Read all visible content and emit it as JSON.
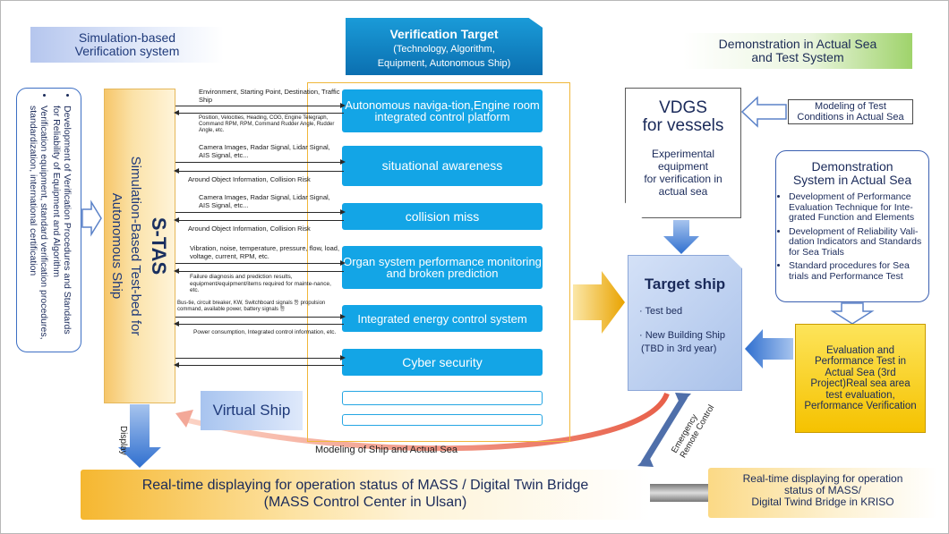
{
  "headers": {
    "sim_line1": "Simulation-based",
    "sim_line2": "Verification system",
    "demo_line1": "Demonstration in Actual Sea",
    "demo_line2": "and Test System"
  },
  "verification_target": {
    "title": "Verification Target",
    "sub1": "(Technology, Algorithm,",
    "sub2": "Equipment, Autonomous Ship)"
  },
  "left_notes": [
    "Development of Verification Procedures and Standards for Reliability of Equipment and Algorithm",
    "Verification equipment, standard verification procedures, standardization, international certification"
  ],
  "stas": {
    "title": "S-TAS",
    "line1": "Simulation-Based Test-bed for",
    "line2": "Autonomous Ship"
  },
  "targets": [
    "Autonomous naviga-tion,Engine room integrated control platform",
    "situational awareness",
    "collision miss",
    "Organ system performance monitoring and broken prediction",
    "Integrated energy control system",
    "Cyber security"
  ],
  "flows": [
    "Environment, Starting Point, Destination, Traffic Ship",
    "Position, Velocities, Heading, COG, Engine Telegraph, Command RPM, RPM, Command Rudder Angle, Rudder Angle, etc.",
    "Camera Images, Radar Signal, Lidar Signal, AIS Signal, etc...",
    "Around Object Information, Collision Risk",
    "Camera Images, Radar Signal, Lidar Signal, AIS Signal, etc...",
    "Around Object Information, Collision Risk",
    "Vibration, noise, temperature, pressure, flow, load, voltage, current, RPM, etc.",
    "Failure diagnosis and prediction results, equipment/equipment/items required for mainte-nance, etc.",
    "Bus-tie, circuit breaker, KW, Switchboard signals 등 propulsion command, available power, battery signals 등",
    "Power consumption, Integrated control information, etc."
  ],
  "virtual_ship": "Virtual Ship",
  "display_label": "Display",
  "modeling_label": "Modeling of Ship and Actual Sea",
  "emergency_label1": "Emergency",
  "emergency_label2": "Remote Control",
  "vdgs": {
    "title1": "VDGS",
    "title2": "for vessels",
    "desc1": "Experimental",
    "desc2": "equipment",
    "desc3": "for verification in",
    "desc4": "actual sea"
  },
  "modeling_test": {
    "line1": "Modeling of Test",
    "line2": "Conditions in Actual Sea"
  },
  "demo_system": {
    "title1": "Demonstration",
    "title2": "System in Actual Sea",
    "items": [
      "Development of Performance Evaluation Technique for Inte-grated Function and Elements",
      "Development of Reliability Vali-dation Indicators and Standards for Sea Trials",
      "Standard procedures for Sea trials and Performance Test"
    ]
  },
  "target_ship": {
    "title": "Target ship",
    "item1": "· Test bed",
    "item2": "· New Building Ship",
    "item3": "(TBD in 3rd year)"
  },
  "evaluation": "Evaluation and Performance Test in Actual Sea (3rd Project)Real sea area test evaluation, Performance Verification",
  "bottom_left": {
    "line1": "Real-time displaying for operation status of MASS / Digital Twin Bridge",
    "line2": "(MASS Control Center in Ulsan)"
  },
  "bottom_right": {
    "line1": "Real-time displaying for operation",
    "line2": "status of MASS/",
    "line3": "Digital Twind Bridge in KRISO"
  },
  "colors": {
    "accent_blue": "#13a5e6",
    "orange": "#f5b730",
    "yellow": "#f5c200"
  }
}
